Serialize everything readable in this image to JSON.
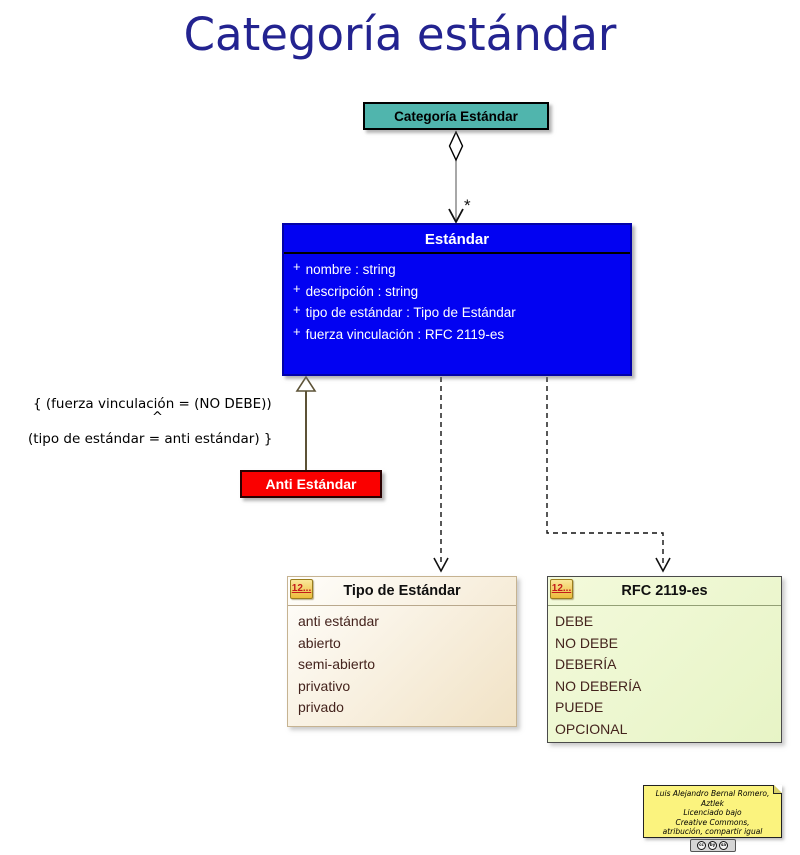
{
  "page": {
    "title": "Categoría estándar"
  },
  "diagram": {
    "category_box": {
      "label": "Categoría Estándar"
    },
    "aggregation": {
      "multiplicity": "*"
    },
    "standard_class": {
      "title": "Estándar",
      "visibility_prefix": "+",
      "attributes": [
        "nombre : string",
        "descripción : string",
        "tipo de estándar : Tipo de Estándar",
        "fuerza vinculación : RFC 2119-es"
      ]
    },
    "constraint": {
      "line1": "{ (fuerza vinculación = (NO DEBE))",
      "caret": "^",
      "line2": "(tipo de estándar = anti estándar) }"
    },
    "anti_standard_box": {
      "label": "Anti Estándar"
    },
    "tipo_enum": {
      "icon_label": "12...",
      "title": "Tipo de Estándar",
      "values": [
        "anti estándar",
        "abierto",
        "semi-abierto",
        "privativo",
        "privado"
      ]
    },
    "rfc_enum": {
      "icon_label": "12...",
      "title": "RFC 2119-es",
      "values": [
        "DEBE",
        "NO DEBE",
        "DEBERÍA",
        "NO DEBERÍA",
        "PUEDE",
        "OPCIONAL"
      ]
    },
    "license_note": {
      "line1": "Luis Alejandro Bernal Romero, Aztlek",
      "line2": "Licenciado bajo",
      "line3": "Creative Commons,",
      "line4": "atribución, compartir igual",
      "badge": {
        "cc": "cc",
        "by": "by",
        "sa": "sa"
      }
    }
  },
  "colors": {
    "title-color": "#232390",
    "teal": "#50B5AD",
    "blue-fill": "#0202F2",
    "blue-border": "#0202A8",
    "red-fill": "#FA0000",
    "gen-line": "#5C5236",
    "maroon": "#44231D",
    "note-bg": "#FBF37E"
  }
}
